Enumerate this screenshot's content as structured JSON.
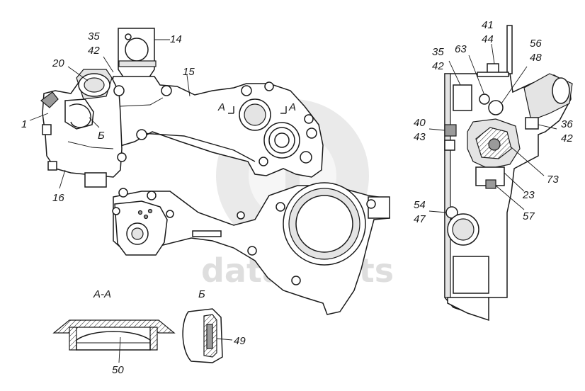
{
  "watermark": {
    "text": "data-parts",
    "color": "#c4c4c4"
  },
  "main_view": {
    "callouts": {
      "c1": "1",
      "c14": "14",
      "c15": "15",
      "c16": "16",
      "c20": "20",
      "c35": "35",
      "c42": "42",
      "cB": "Б",
      "aL": "A",
      "aR": "A"
    }
  },
  "side_view": {
    "callouts": {
      "c23": "23",
      "c35": "35",
      "c36": "36",
      "c40": "40",
      "c41": "41",
      "c42a": "42",
      "c42b": "42",
      "c43": "43",
      "c44": "44",
      "c47": "47",
      "c48": "48",
      "c54": "54",
      "c56": "56",
      "c57": "57",
      "c63": "63",
      "c73": "73"
    }
  },
  "detail_aa": {
    "title": "А-А",
    "callout": "50"
  },
  "detail_b": {
    "title": "Б",
    "callout": "49"
  }
}
